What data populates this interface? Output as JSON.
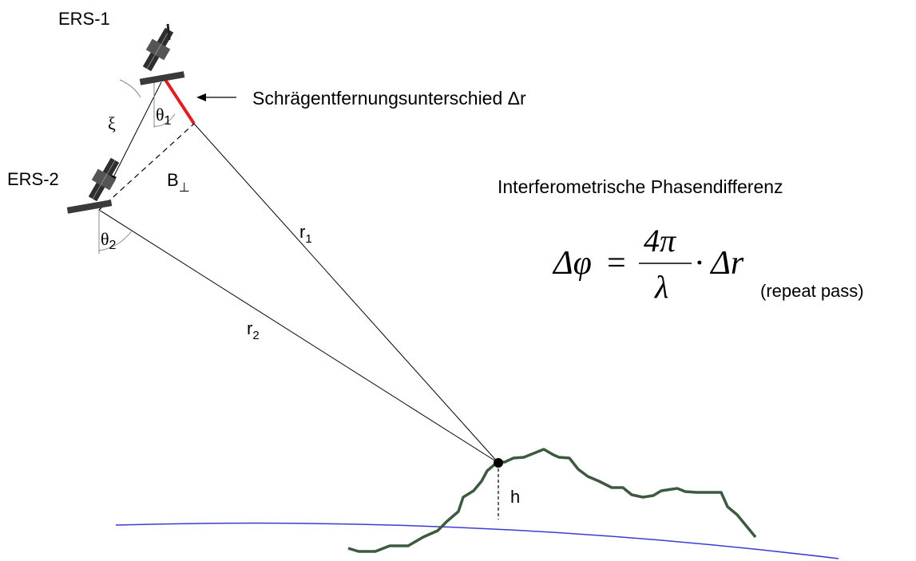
{
  "labels": {
    "satellite_1": "ERS-1",
    "satellite_2": "ERS-2",
    "theta_1": "θ",
    "theta_1_sub": "1",
    "theta_2": "θ",
    "theta_2_sub": "2",
    "xi": "ξ",
    "baseline": "B",
    "baseline_sub": "⊥",
    "range_1": "r",
    "range_1_sub": "1",
    "range_2": "r",
    "range_2_sub": "2",
    "height": "h",
    "slant_range_difference": "Schrägentfernungsunterschied Δr",
    "phase_title": "Interferometrische Phasendifferenz"
  },
  "formula": {
    "lhs": "Δφ",
    "equals": "=",
    "numerator": "4π",
    "denominator": "λ",
    "rhs": "· Δr",
    "note": "(repeat pass)"
  },
  "colors": {
    "slant_difference_line": "#e0201e",
    "terrain": "#3d5a3f",
    "earth_surface": "#3b3bd1",
    "satellite_body": "#2e2e2e"
  }
}
